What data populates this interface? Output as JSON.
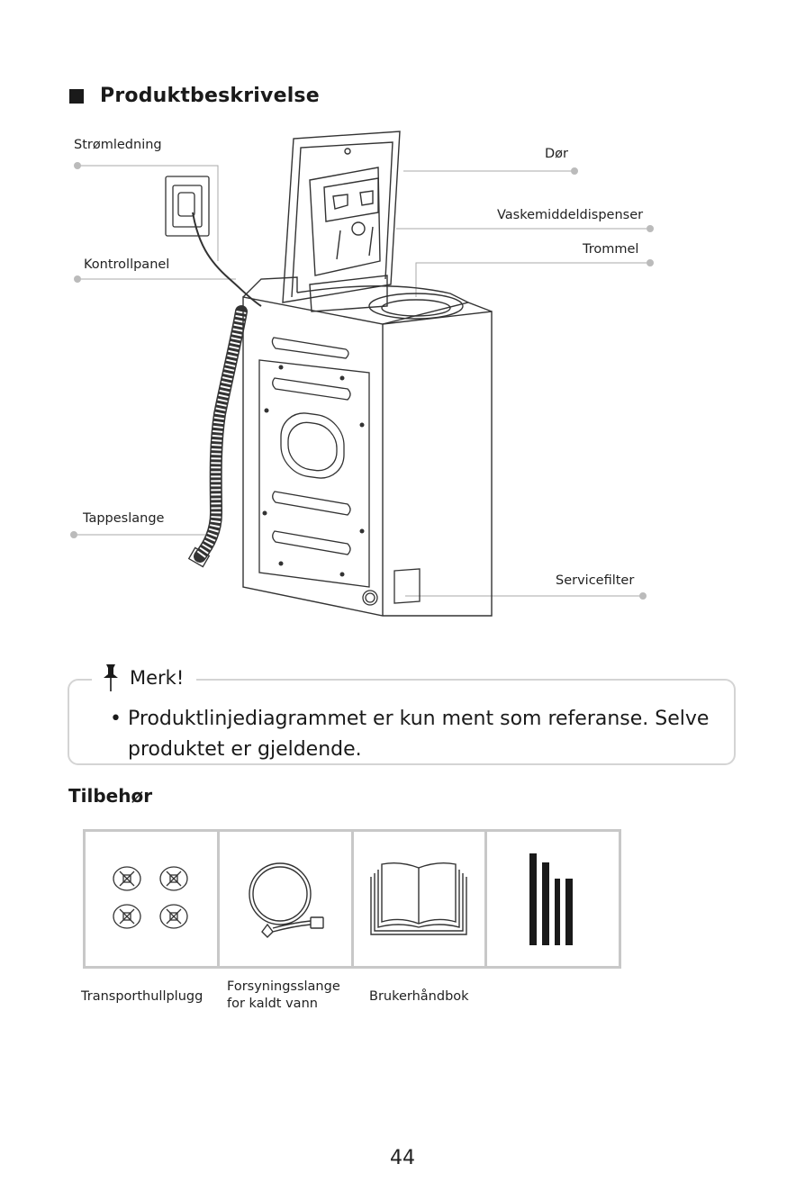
{
  "section_title": "Produktbeskrivelse",
  "callouts": {
    "power_cord": "Strømledning",
    "control_panel": "Kontrollpanel",
    "drain_hose": "Tappeslange",
    "door": "Dør",
    "detergent_dispenser": "Vaskemiddeldispenser",
    "drum": "Trommel",
    "service_filter": "Servicefilter"
  },
  "note": {
    "heading": "Merk!",
    "bullet": "•",
    "text": "Produktlinjediagrammet er kun ment som referanse. Selve produktet er gjeldende."
  },
  "accessories": {
    "title": "Tilbehør",
    "items": [
      {
        "label": "Transporthullplugg",
        "icon": "transport-plug-icon"
      },
      {
        "label_line1": "Forsyningsslange",
        "label_line2": "for kaldt vann",
        "icon": "water-hose-icon"
      },
      {
        "label": "Brukerhåndbok",
        "icon": "manual-book-icon"
      },
      {
        "label": "",
        "icon": "barcode-icon"
      }
    ]
  },
  "page_number": "44"
}
